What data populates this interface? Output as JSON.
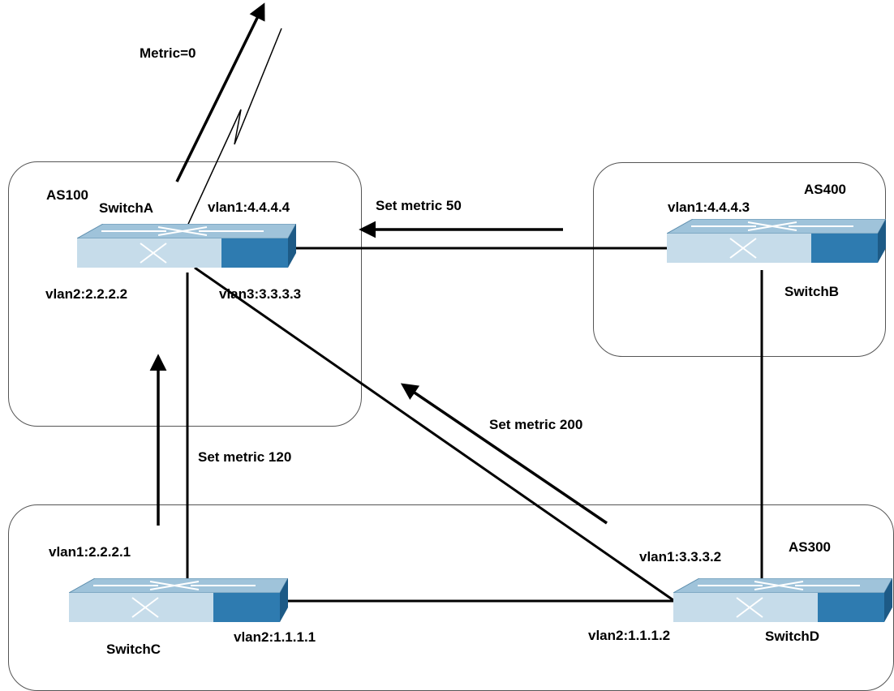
{
  "colors": {
    "line": "#000000",
    "region_border": "#555555",
    "switch_top": "#9fc3da",
    "switch_top_edge": "#5f8fae",
    "switch_front": "#c6dcea",
    "switch_side": "#2e7bb0",
    "switch_side_dark": "#1d5a86"
  },
  "icons": {
    "switch": "network-switch-icon",
    "arrow": "arrow-head-icon",
    "link": "lightning-link-icon"
  },
  "regions": {
    "as100": "AS100",
    "as400": "AS400",
    "as300": "AS300"
  },
  "switches": {
    "a": {
      "name": "SwitchA",
      "ifaces": [
        "vlan1:4.4.4.4",
        "vlan2:2.2.2.2",
        "vlan3:3.3.3.3"
      ]
    },
    "b": {
      "name": "SwitchB",
      "ifaces": [
        "vlan1:4.4.4.3"
      ]
    },
    "c": {
      "name": "SwitchC",
      "ifaces": [
        "vlan1:2.2.2.1",
        "vlan2:1.1.1.1"
      ]
    },
    "d": {
      "name": "SwitchD",
      "ifaces": [
        "vlan1:3.3.3.2",
        "vlan2:1.1.1.2"
      ]
    }
  },
  "metrics": {
    "external": "Metric=0",
    "from_b": "Set metric 50",
    "from_c": "Set metric 120",
    "from_d": "Set metric 200"
  }
}
